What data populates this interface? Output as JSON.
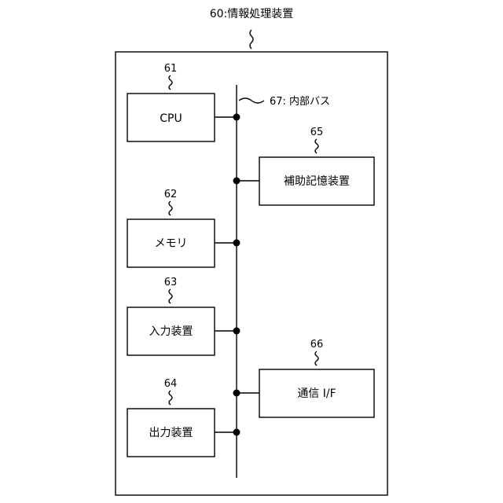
{
  "title": "60:情報処理装置",
  "bus_label": "67: 内部バス",
  "components": [
    {
      "ref": "61",
      "label": "CPU"
    },
    {
      "ref": "62",
      "label": "メモリ"
    },
    {
      "ref": "63",
      "label": "入力装置"
    },
    {
      "ref": "64",
      "label": "出力装置"
    },
    {
      "ref": "65",
      "label": "補助記憶装置"
    },
    {
      "ref": "66",
      "label": "通信 I/F"
    }
  ]
}
